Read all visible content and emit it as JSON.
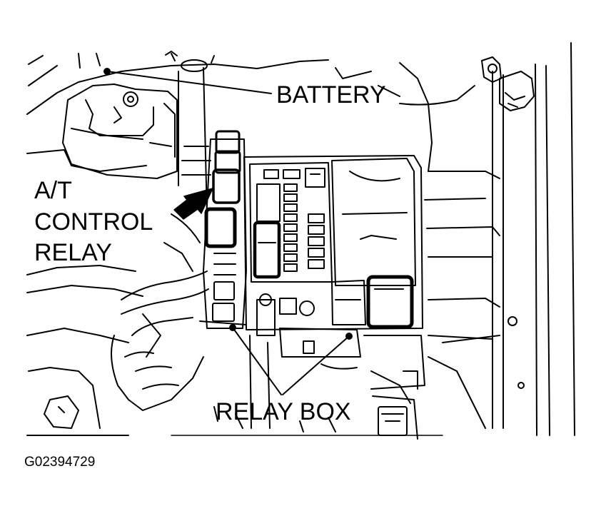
{
  "labels": {
    "battery": "BATTERY",
    "at_control_relay": [
      "A/T",
      "CONTROL",
      "RELAY"
    ],
    "relay_box": "RELAY BOX",
    "figure_code": "G02394729"
  },
  "colors": {
    "line": "#000000",
    "background": "#ffffff",
    "highlight": "#000000"
  }
}
